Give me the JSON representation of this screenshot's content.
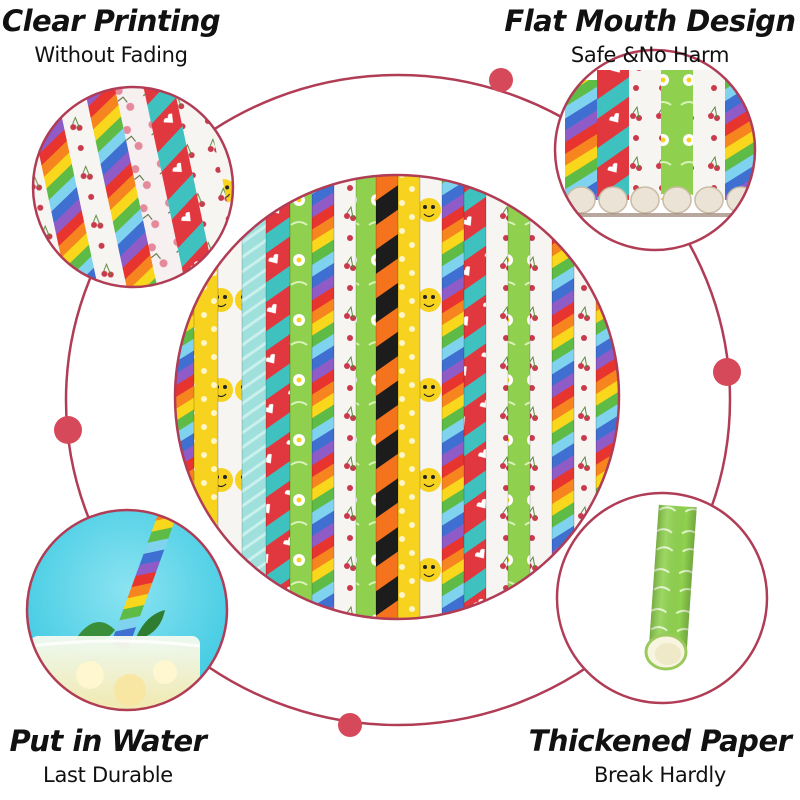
{
  "features": [
    {
      "id": "clear-printing",
      "title": "Clear Printing",
      "subtitle": "Without Fading",
      "position": "top-left"
    },
    {
      "id": "flat-mouth",
      "title": "Flat Mouth Design",
      "subtitle": "Safe &No Harm",
      "position": "top-right"
    },
    {
      "id": "put-in-water",
      "title": "Put in Water",
      "subtitle": "Last Durable",
      "position": "bottom-left"
    },
    {
      "id": "thickened-paper",
      "title": "Thickened Paper",
      "subtitle": "Break Hardly",
      "position": "bottom-right"
    }
  ],
  "colors": {
    "ring": "#b03c55",
    "dot": "#d6495a",
    "background": "#ffffff"
  },
  "illustrations": {
    "center": "assorted-paper-straws",
    "top_left": "closeup-printed-straws",
    "top_right": "straw-ends-flat-mouth",
    "bottom_left": "rainbow-straw-in-drink",
    "bottom_right": "single-green-thick-straw"
  },
  "straw_palette": {
    "rainbow": [
      "#e8342f",
      "#f6851f",
      "#f9d71c",
      "#5dbb46",
      "#36a9e1",
      "#3f51b5",
      "#8e44ad"
    ],
    "yellow": "#f7d21e",
    "green": "#8fd14f",
    "red": "#e0383e",
    "teal": "#3fc1c0",
    "orange": "#f4731c",
    "black": "#1c1c1c",
    "white": "#f7f5f2",
    "mint": "#9fe0dc"
  }
}
